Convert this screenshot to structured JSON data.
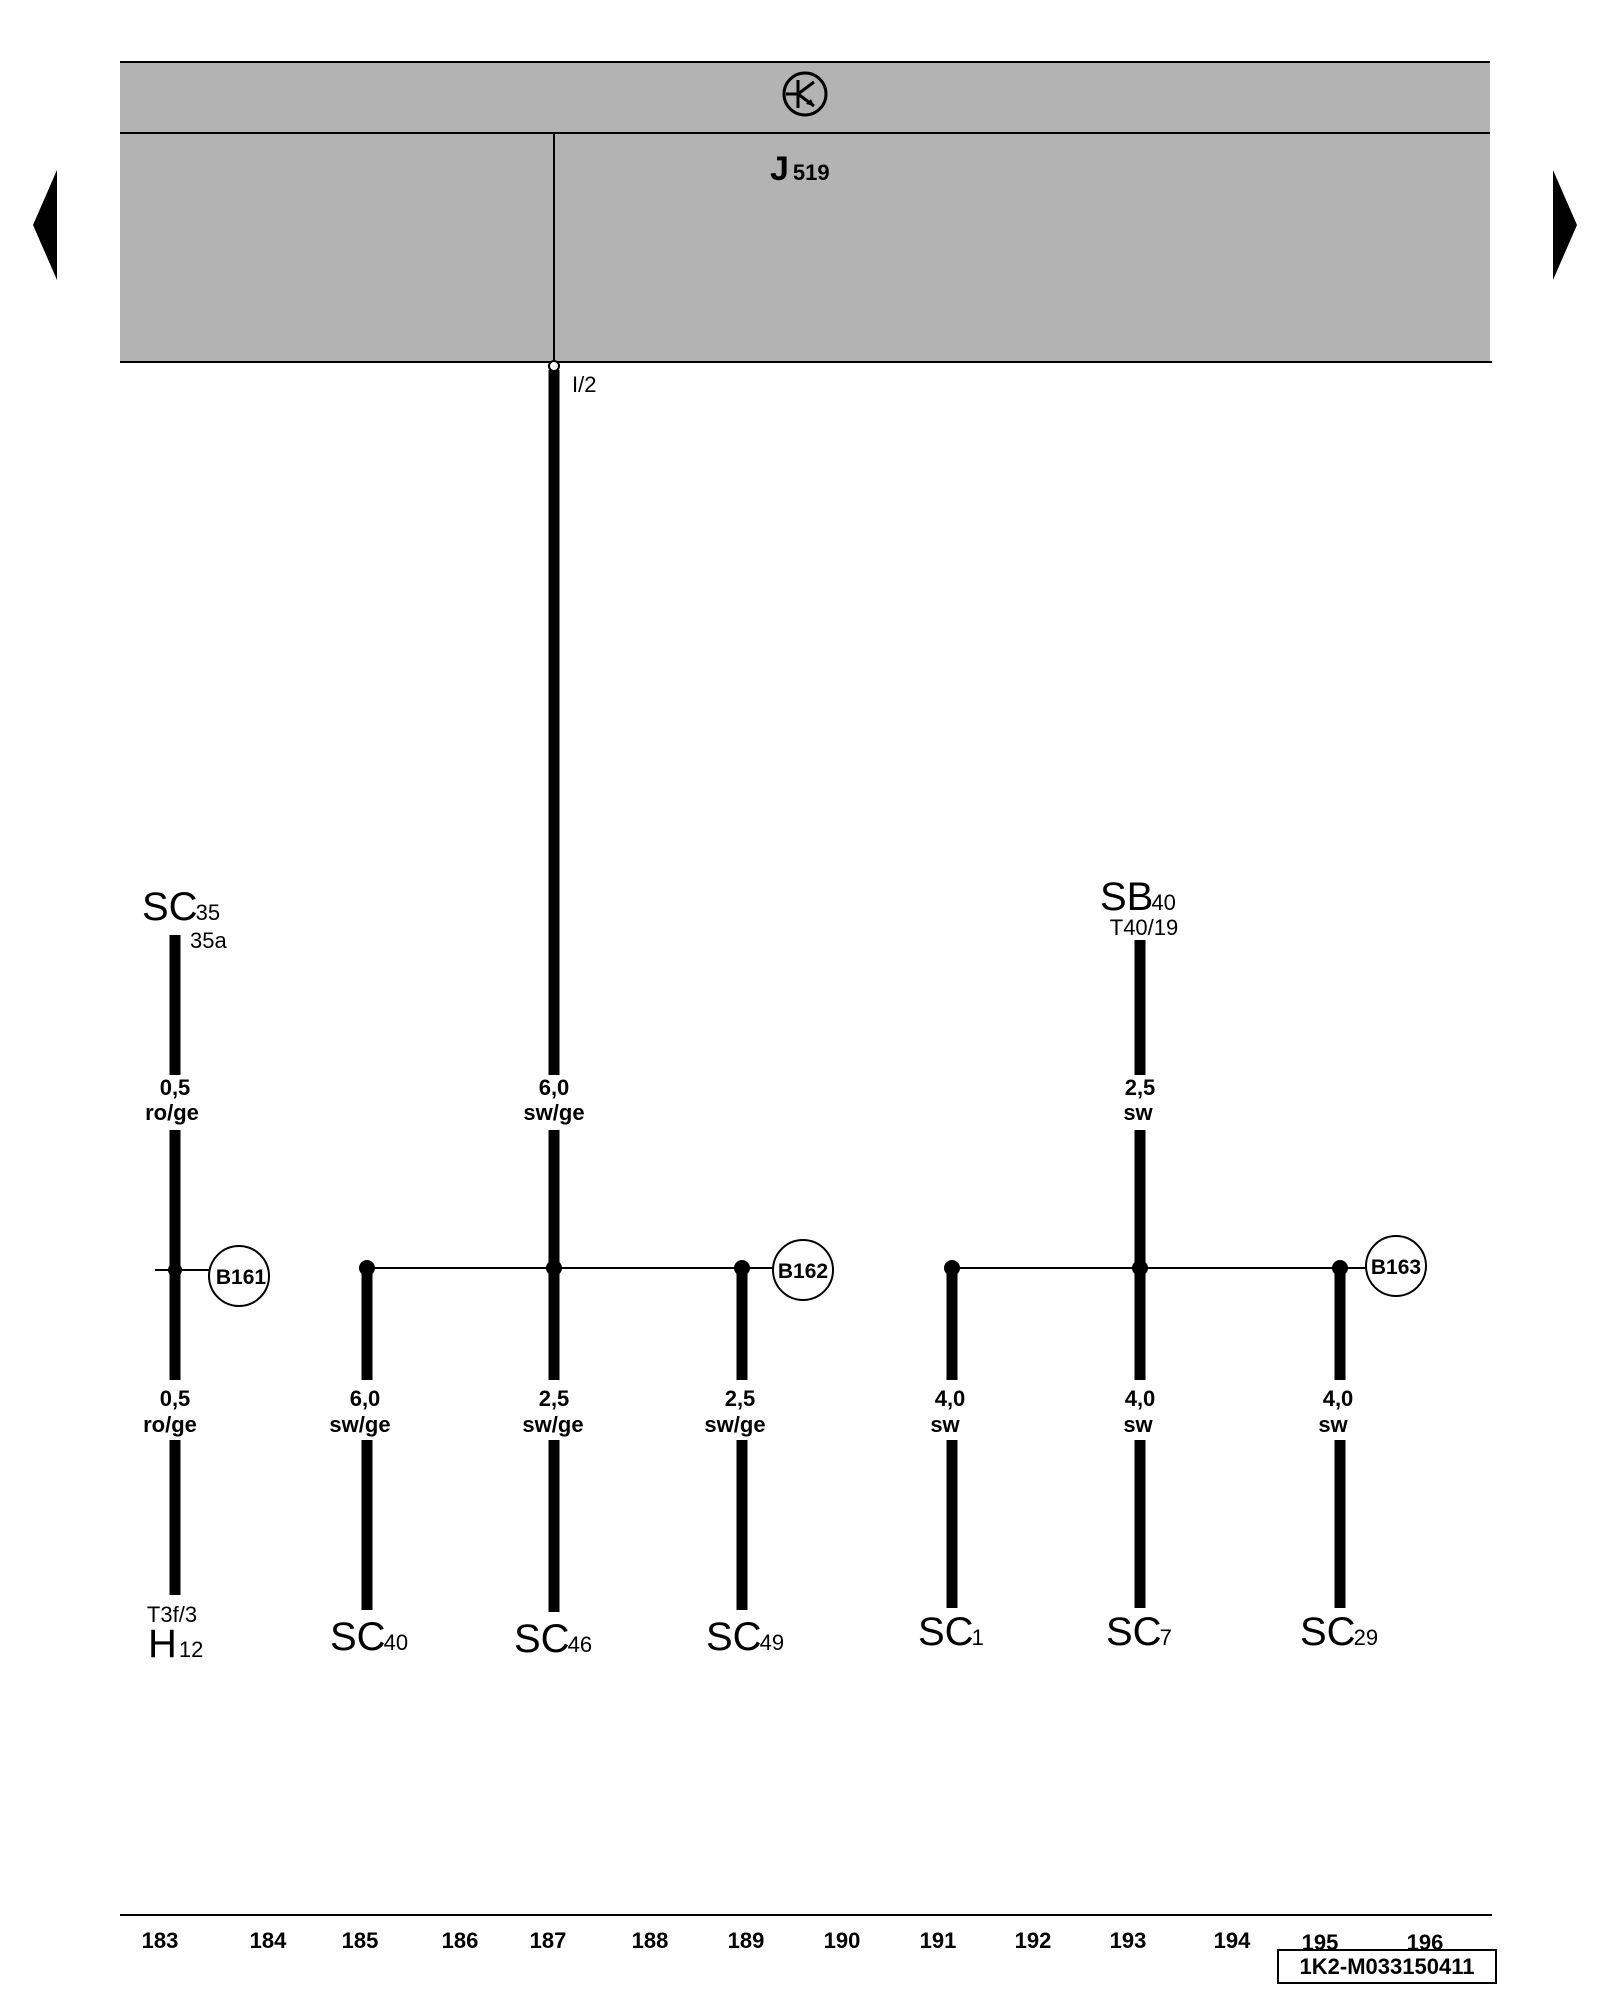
{
  "module": {
    "name": "J",
    "sub": "519",
    "pin": "I/2",
    "icon": "transistor-icon",
    "fill": "#b3b3b3"
  },
  "nav": {
    "left_icon": "triangle-left-icon",
    "right_icon": "triangle-right-icon"
  },
  "wires": {
    "main_top": {
      "size": "6,0",
      "color": "sw/ge"
    },
    "sc35_top": {
      "size": "0,5",
      "color": "ro/ge"
    },
    "sc35_bottom": {
      "size": "0,5",
      "color": "ro/ge"
    },
    "sb40_top": {
      "size": "2,5",
      "color": "sw"
    },
    "b162_a": {
      "size": "6,0",
      "color": "sw/ge"
    },
    "b162_b": {
      "size": "2,5",
      "color": "sw/ge"
    },
    "b162_c": {
      "size": "2,5",
      "color": "sw/ge"
    },
    "b163_a": {
      "size": "4,0",
      "color": "sw"
    },
    "b163_b": {
      "size": "4,0",
      "color": "sw"
    },
    "b163_c": {
      "size": "4,0",
      "color": "sw"
    }
  },
  "connectors": {
    "sc35": {
      "main": "SC",
      "sub": "35",
      "pin": "35a"
    },
    "sb40": {
      "main": "SB",
      "sub": "40",
      "pin": "T40/19"
    },
    "h12": {
      "main": "H",
      "sub": "12",
      "pin": "T3f/3"
    },
    "sc40": {
      "main": "SC",
      "sub": "40"
    },
    "sc46": {
      "main": "SC",
      "sub": "46"
    },
    "sc49": {
      "main": "SC",
      "sub": "49"
    },
    "sc1": {
      "main": "SC",
      "sub": "1"
    },
    "sc7": {
      "main": "SC",
      "sub": "7"
    },
    "sc29": {
      "main": "SC",
      "sub": "29"
    }
  },
  "junctions": {
    "b161": "B161",
    "b162": "B162",
    "b163": "B163"
  },
  "ruler": [
    "183",
    "184",
    "185",
    "186",
    "187",
    "188",
    "189",
    "190",
    "191",
    "192",
    "193",
    "194",
    "195",
    "196"
  ],
  "diagram_id": "1K2-M033150411"
}
